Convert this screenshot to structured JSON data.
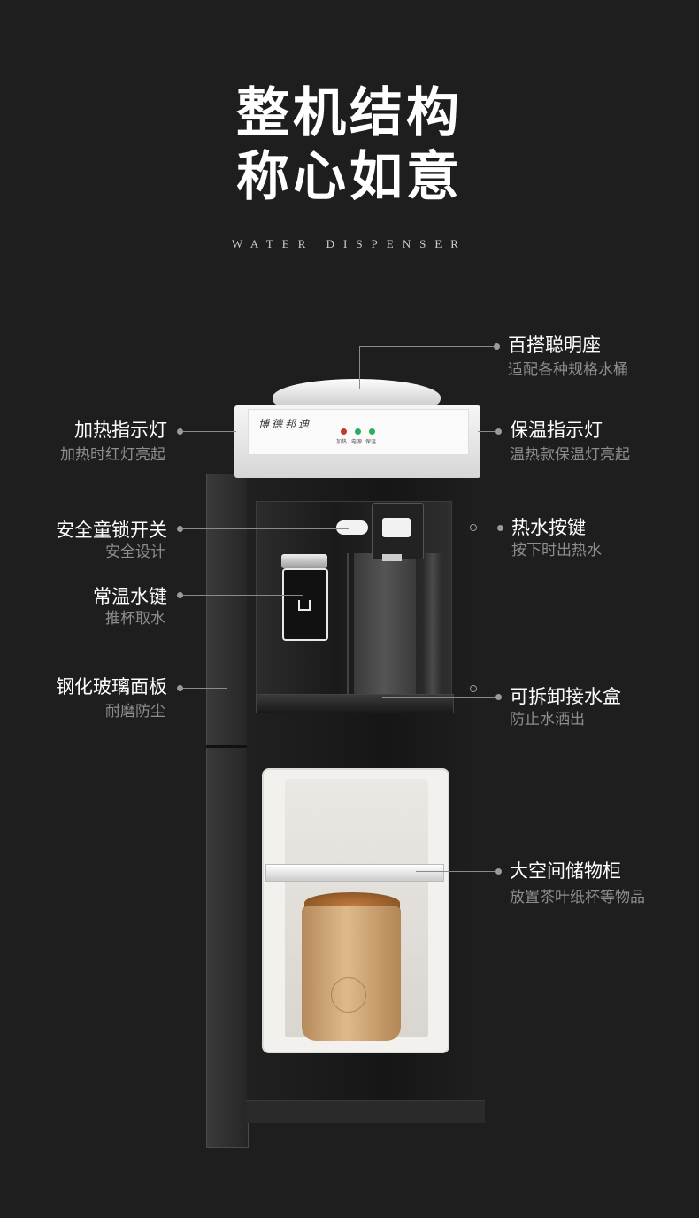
{
  "header": {
    "title_line1": "整机结构",
    "title_line2": "称心如意",
    "subtitle": "WATER DISPENSER"
  },
  "product": {
    "brand": "博德邦迪",
    "indicators": [
      "加热",
      "电源",
      "保温"
    ],
    "indicator_colors": {
      "heat": "#c0392b",
      "power": "#27ae60",
      "warm": "#27ae60"
    }
  },
  "features": {
    "bucket_seat": {
      "label": "百搭聪明座",
      "desc": "适配各种规格水桶"
    },
    "heat_light": {
      "label": "加热指示灯",
      "desc": "加热时红灯亮起"
    },
    "warm_light": {
      "label": "保温指示灯",
      "desc": "温热款保温灯亮起"
    },
    "child_lock": {
      "label": "安全童锁开关",
      "desc": "安全设计"
    },
    "hot_key": {
      "label": "热水按键",
      "desc": "按下时出热水"
    },
    "normal_key": {
      "label": "常温水键",
      "desc": "推杯取水"
    },
    "glass_panel": {
      "label": "钢化玻璃面板",
      "desc": "耐磨防尘"
    },
    "drip_tray": {
      "label": "可拆卸接水盒",
      "desc": "防止水洒出"
    },
    "cabinet": {
      "label": "大空间储物柜",
      "desc": "放置茶叶纸杯等物品"
    }
  }
}
